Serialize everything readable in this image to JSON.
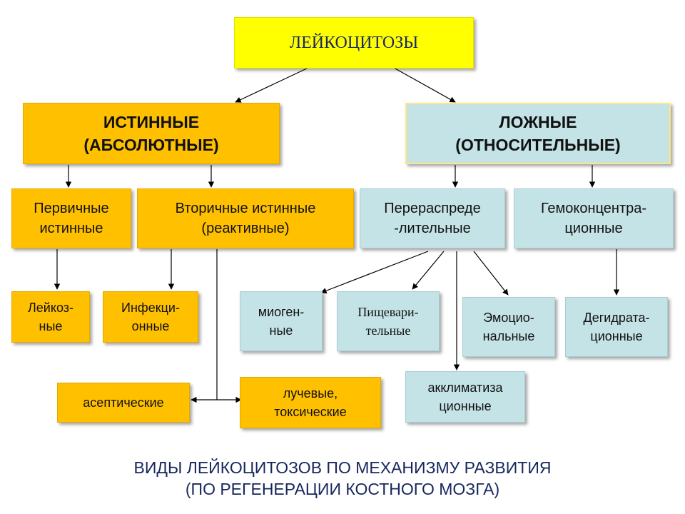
{
  "root": {
    "label": "ЛЕЙКОЦИТОЗЫ"
  },
  "branches": {
    "true": {
      "label": "ИСТИННЫЕ\n(АБСОЛЮТНЫЕ)"
    },
    "false": {
      "label": "ЛОЖНЫЕ\n(ОТНОСИТЕЛЬНЫЕ)"
    }
  },
  "true_types": {
    "primary": {
      "label": "Первичные\nистинные"
    },
    "secondary": {
      "label": "Вторичные истинные\n(реактивные)"
    }
  },
  "false_types": {
    "redistribution": {
      "label": "Перераспреде\n-лительные"
    },
    "hemoconcentration": {
      "label": "Гемоконцентра-\nционные"
    }
  },
  "leaves": {
    "leukemic": {
      "label": "Лейкоз-\nные"
    },
    "infectious": {
      "label": "Инфекци-\nонные"
    },
    "aseptic": {
      "label": "асептические"
    },
    "radiation_toxic": {
      "label": "лучевые,\nтоксические"
    },
    "myogenic": {
      "label": "миоген-\nные"
    },
    "digestive": {
      "label": "Пищевари-\nтельные"
    },
    "emotional": {
      "label": "Эмоцио-\nнальные"
    },
    "acclimatization": {
      "label": "акклиматиза\nционные"
    },
    "dehydration": {
      "label": "Дегидрата-\nционные"
    }
  },
  "caption": {
    "line1": "ВИДЫ ЛЕЙКОЦИТОЗОВ ПО МЕХАНИЗМУ РАЗВИТИЯ",
    "line2": "(ПО РЕГЕНЕРАЦИИ КОСТНОГО МОЗГА)"
  },
  "colors": {
    "orange": "#ffc000",
    "light_blue": "#c4e3e7",
    "yellow": "#ffff00",
    "title_text": "#17275e",
    "caption_text": "#17275e"
  }
}
